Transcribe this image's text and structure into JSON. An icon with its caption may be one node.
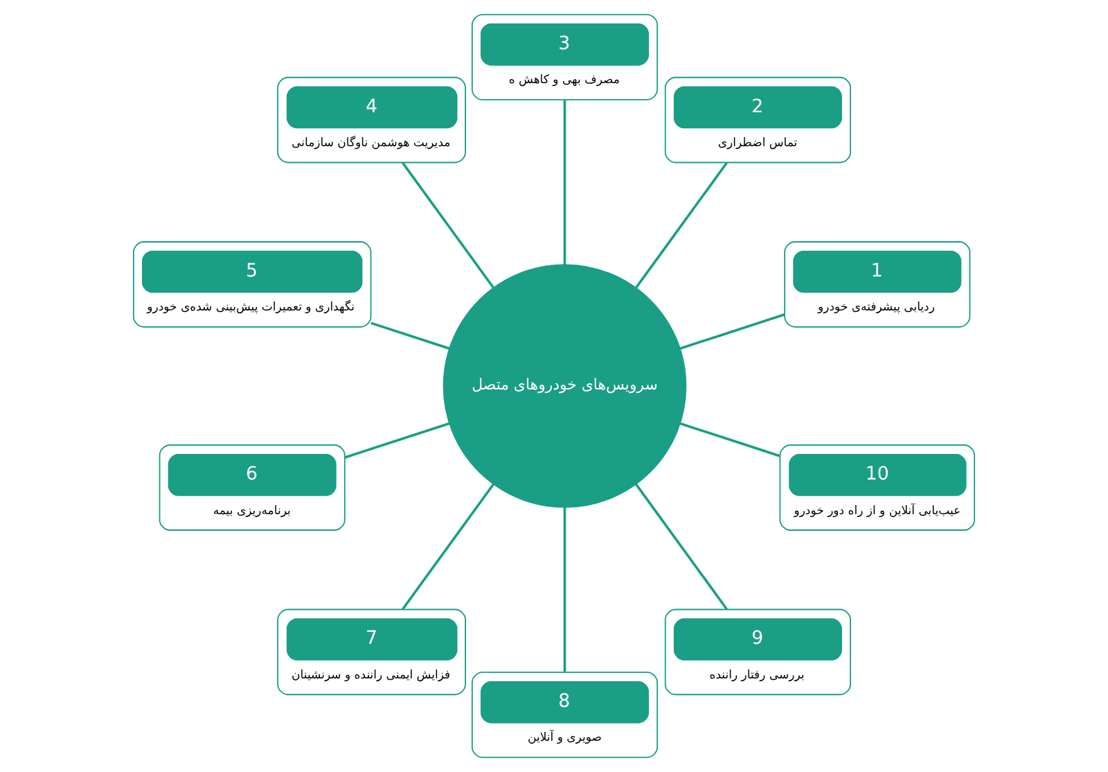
{
  "diagram": {
    "nodes": [
      {
        "text": [
          "سرویس‌های خودروهای متصل"
        ]
      },
      {
        "text": [
          "1",
          "ردیابی پیشرفته‌ی خودرو"
        ]
      },
      {
        "text": [
          "2",
          "تماس اضطراری"
        ]
      },
      {
        "text": [
          "3",
          "مصرف بهی و کاهش ه"
        ]
      },
      {
        "text": [
          "4",
          "مدیریت هوشمن ناوگان سازمانی"
        ]
      },
      {
        "text": [
          "5",
          "نگهداری و تعمیرات پیش‌بینی شده‌ی خودرو"
        ]
      },
      {
        "text": [
          "6",
          "برنامه‌ریزی بیمه"
        ]
      },
      {
        "text": [
          "7",
          "فزایش ایمنی راننده و سرنشینان"
        ]
      },
      {
        "text": [
          "8",
          "صویری و آنلاین"
        ]
      },
      {
        "text": [
          "9",
          "بررسی رفتار راننده"
        ]
      },
      {
        "text": [
          "10",
          "عیب‌یابی آنلاین و از راه دور خودرو"
        ]
      }
    ],
    "edges": [
      {
        "from": 0,
        "to": 1,
        "arrow": "none"
      },
      {
        "from": 0,
        "to": 2,
        "arrow": "none"
      },
      {
        "from": 0,
        "to": 3,
        "arrow": "none"
      },
      {
        "from": 0,
        "to": 4,
        "arrow": "none"
      },
      {
        "from": 0,
        "to": 5,
        "arrow": "none"
      },
      {
        "from": 0,
        "to": 6,
        "arrow": "none"
      },
      {
        "from": 0,
        "to": 7,
        "arrow": "none"
      },
      {
        "from": 0,
        "to": 8,
        "arrow": "none"
      },
      {
        "from": 0,
        "to": 9,
        "arrow": "none"
      },
      {
        "from": 0,
        "to": 10,
        "arrow": "none"
      }
    ]
  }
}
